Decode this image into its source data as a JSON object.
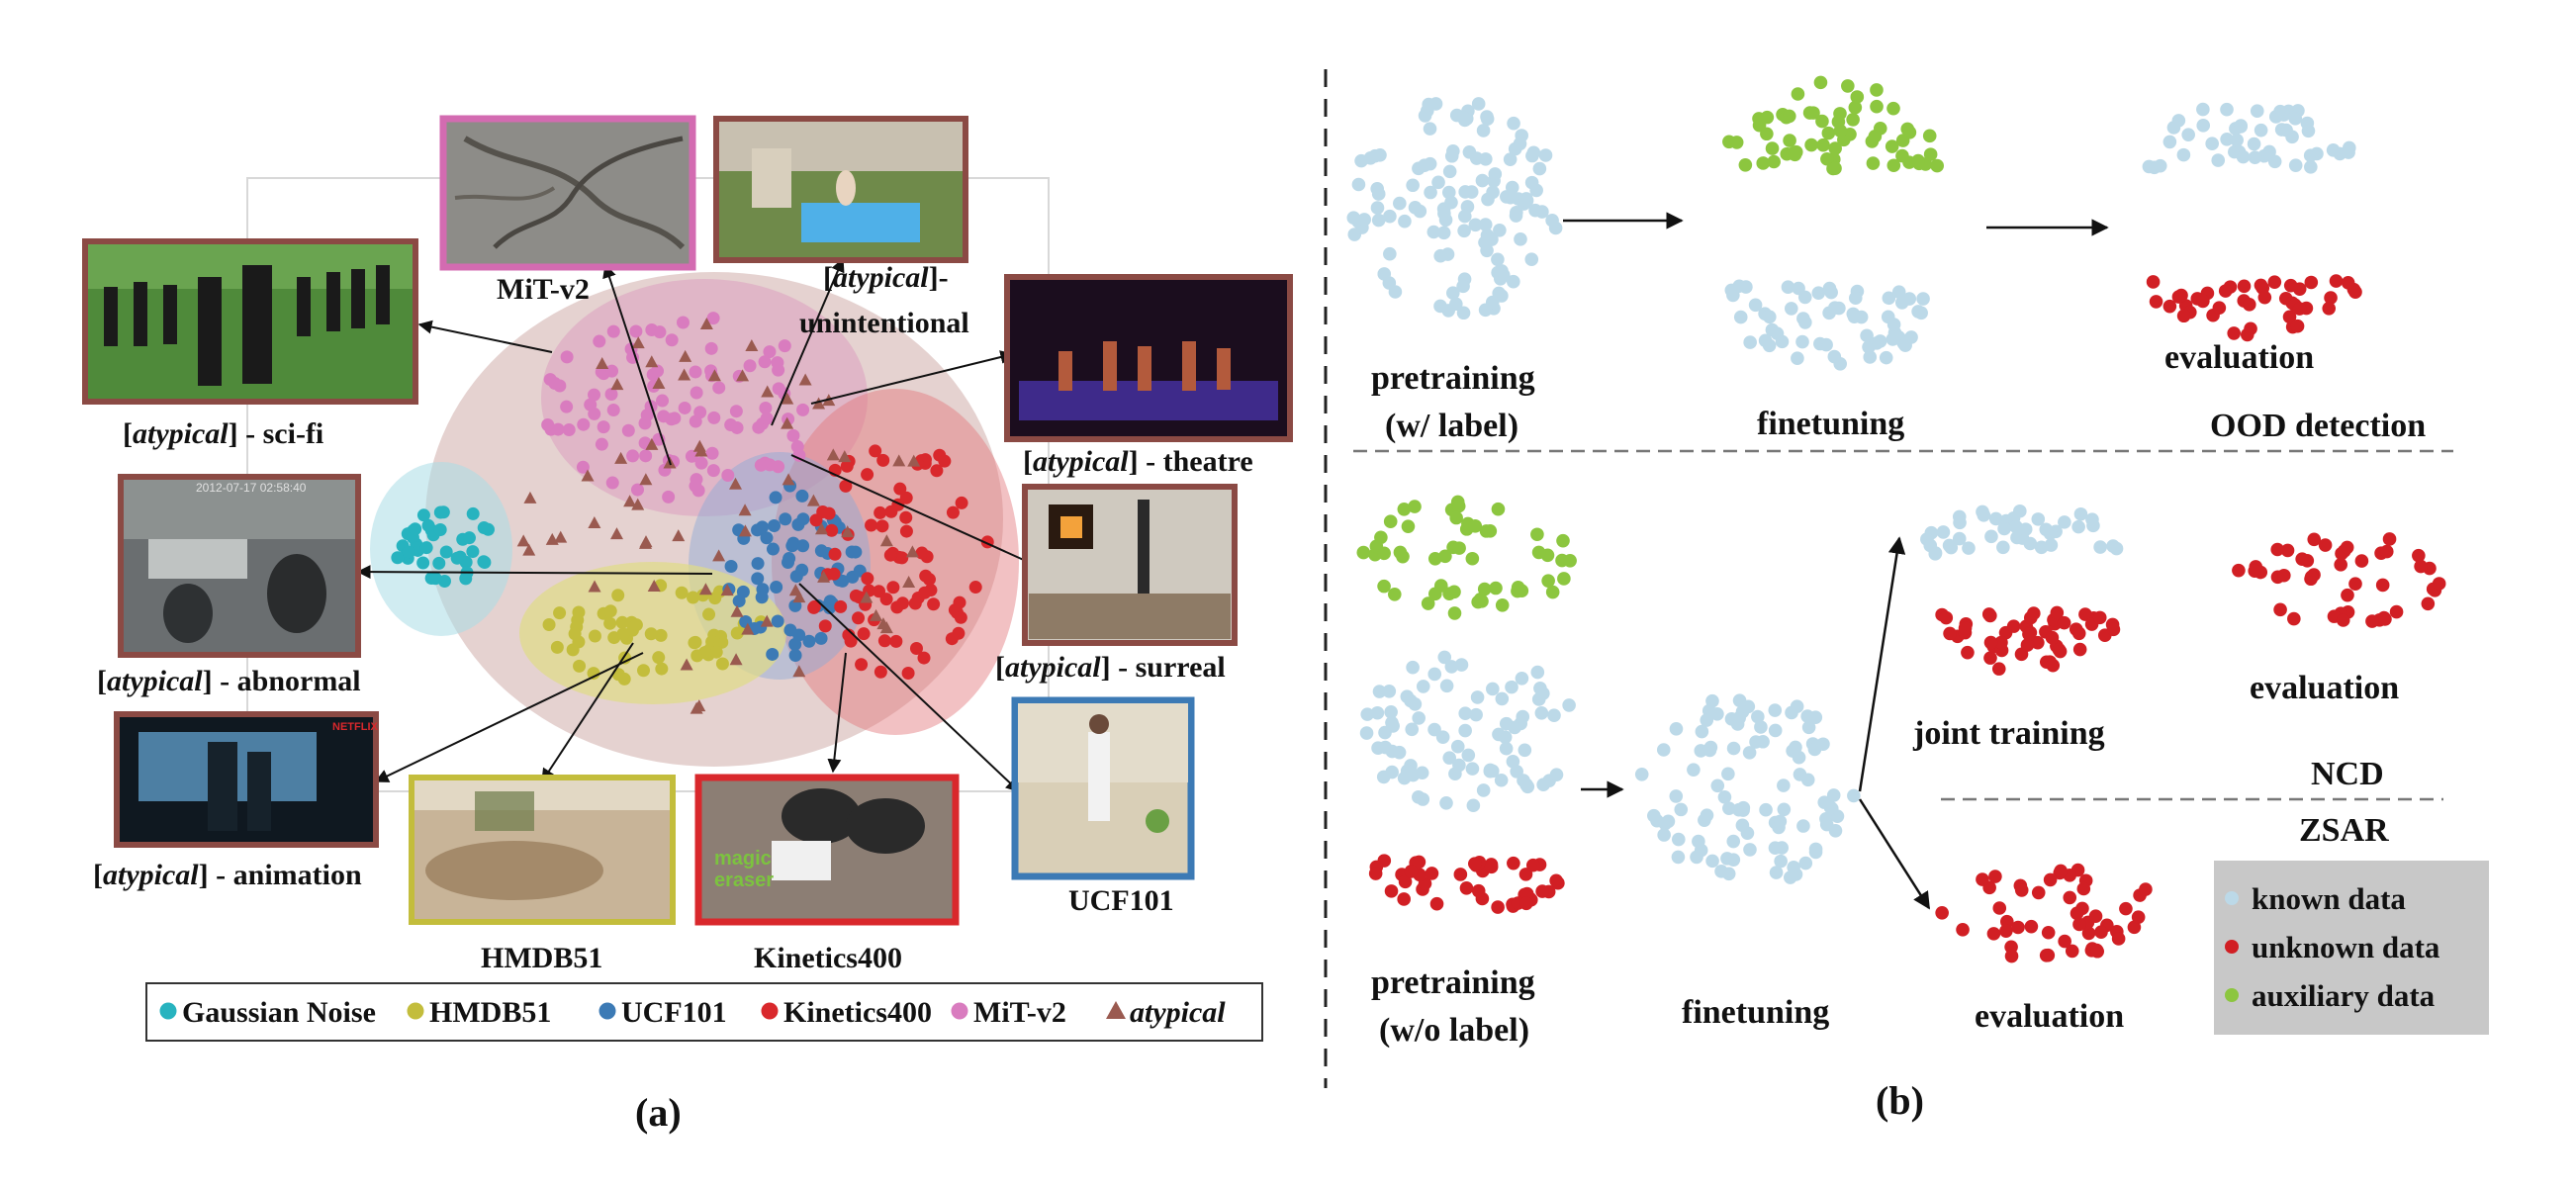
{
  "panel_a": {
    "caption": "(a)",
    "thumbnails": [
      {
        "name": "mit-v2",
        "label": "MiT-v2",
        "border": "#d36bb1"
      },
      {
        "name": "unintentional",
        "label_italic": "atypical",
        "label_rest": "-",
        "label_line2": "unintentional",
        "border": "#8b4a44"
      },
      {
        "name": "sci-fi",
        "label_italic": "atypical",
        "label_rest": " - sci-fi",
        "border": "#8b4a44"
      },
      {
        "name": "theatre",
        "label_italic": "atypical",
        "label_rest": " - theatre",
        "border": "#8b4a44"
      },
      {
        "name": "abnormal",
        "label_italic": "atypical",
        "label_rest": " - abnormal",
        "border": "#8b4a44"
      },
      {
        "name": "surreal",
        "label_italic": "atypical",
        "label_rest": " - surreal",
        "border": "#8b4a44"
      },
      {
        "name": "animation",
        "label_italic": "atypical",
        "label_rest": " - animation",
        "border": "#8b4a44"
      },
      {
        "name": "hmdb51",
        "label": "HMDB51",
        "border": "#c3bd3c"
      },
      {
        "name": "kinetics400",
        "label": "Kinetics400",
        "border": "#d9282c"
      },
      {
        "name": "ucf101",
        "label": "UCF101",
        "border": "#3c7ab5"
      }
    ],
    "thumb_texts": {
      "netflix": "NETFLIX",
      "timestamp": "2012-07-17 02:58:40",
      "magic": "magic",
      "eraser": "eraser"
    },
    "legend": [
      {
        "label": "Gaussian Noise",
        "color": "#27b3bf",
        "marker": "circle"
      },
      {
        "label": "HMDB51",
        "color": "#c3bd3c",
        "marker": "circle"
      },
      {
        "label": "UCF101",
        "color": "#3c7ab5",
        "marker": "circle"
      },
      {
        "label": "Kinetics400",
        "color": "#d9282c",
        "marker": "circle"
      },
      {
        "label": "MiT-v2",
        "color": "#d97cbf",
        "marker": "circle"
      },
      {
        "label": "atypical",
        "color": "#9a5a50",
        "marker": "triangle",
        "italic": true
      }
    ]
  },
  "panel_b": {
    "caption": "(b)",
    "ood": {
      "pretraining_line1": "pretraining",
      "pretraining_line2": "(w/ label)",
      "finetuning": "finetuning",
      "evaluation": "evaluation",
      "task": "OOD detection"
    },
    "ncd": {
      "pretraining_line1": "pretraining",
      "pretraining_line2": "(w/o label)",
      "finetuning": "finetuning",
      "joint_training": "joint training",
      "evaluation_top": "evaluation",
      "evaluation_bottom": "evaluation",
      "task_ncd": "NCD",
      "task_zsar": "ZSAR"
    },
    "legend": [
      {
        "label": "known data",
        "color": "#bcd9e8"
      },
      {
        "label": "unknown data",
        "color": "#d11f24"
      },
      {
        "label": "auxiliary data",
        "color": "#8cc63f"
      }
    ],
    "legend_bg": "#c8c8c8"
  }
}
